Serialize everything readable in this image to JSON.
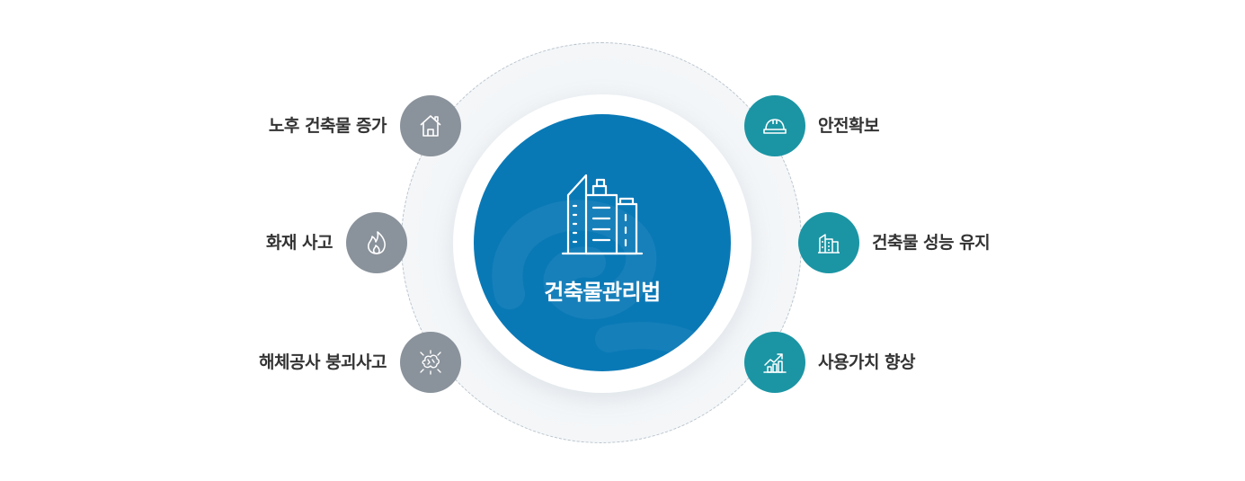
{
  "center": {
    "title": "건축물관리법",
    "icon": "building-icon"
  },
  "left_items": [
    {
      "label": "노후 건축물 증가",
      "icon": "house-icon"
    },
    {
      "label": "화재 사고",
      "icon": "fire-icon"
    },
    {
      "label": "해체공사 붕괴사고",
      "icon": "collapse-icon"
    }
  ],
  "right_items": [
    {
      "label": "안전확보",
      "icon": "hard-hat-icon"
    },
    {
      "label": "건축물 성능 유지",
      "icon": "buildings-icon"
    },
    {
      "label": "사용가치 향상",
      "icon": "growth-chart-icon"
    }
  ],
  "colors": {
    "core": "#0979b6",
    "left_nodes": "#8a929b",
    "right_nodes": "#1b95a4",
    "label_text": "#333333"
  }
}
